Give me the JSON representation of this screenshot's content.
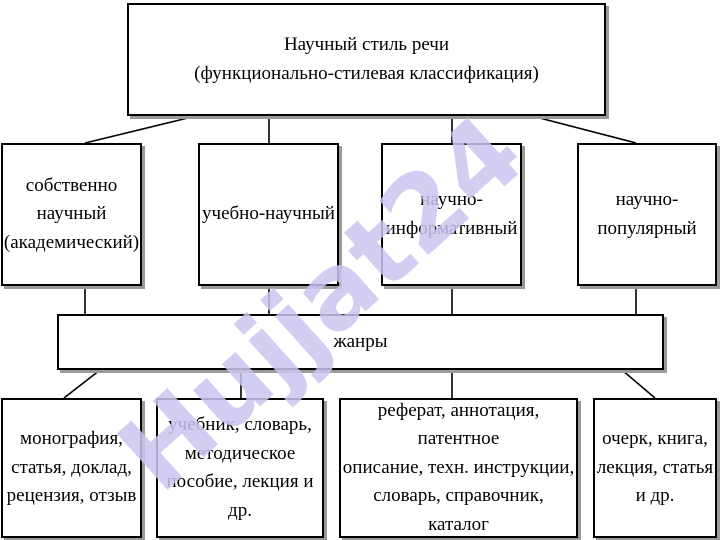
{
  "root": {
    "line1": "Научный стиль речи",
    "line2": "(функционально-стилевая классификация)"
  },
  "substyles": [
    {
      "lines": [
        "собственно",
        "научный",
        "(академический)"
      ]
    },
    {
      "lines": [
        "учебно-научный"
      ]
    },
    {
      "lines": [
        "научно-",
        "информативный"
      ]
    },
    {
      "lines": [
        "научно-",
        "популярный"
      ]
    }
  ],
  "genres": {
    "label": "жанры"
  },
  "examples": [
    {
      "lines": [
        "монография,",
        "статья, доклад,",
        "рецензия, отзыв"
      ]
    },
    {
      "lines": [
        "учебник, словарь,",
        "методическое",
        "пособие, лекция и др."
      ]
    },
    {
      "lines": [
        "реферат, аннотация, патентное",
        "описание, техн. инструкции,",
        "словарь, справочник, каталог"
      ]
    },
    {
      "lines": [
        "очерк, книга,",
        "лекция, статья",
        "и др."
      ]
    }
  ],
  "watermark": {
    "text": "Hujjat24",
    "color": "#c9c6ef"
  }
}
